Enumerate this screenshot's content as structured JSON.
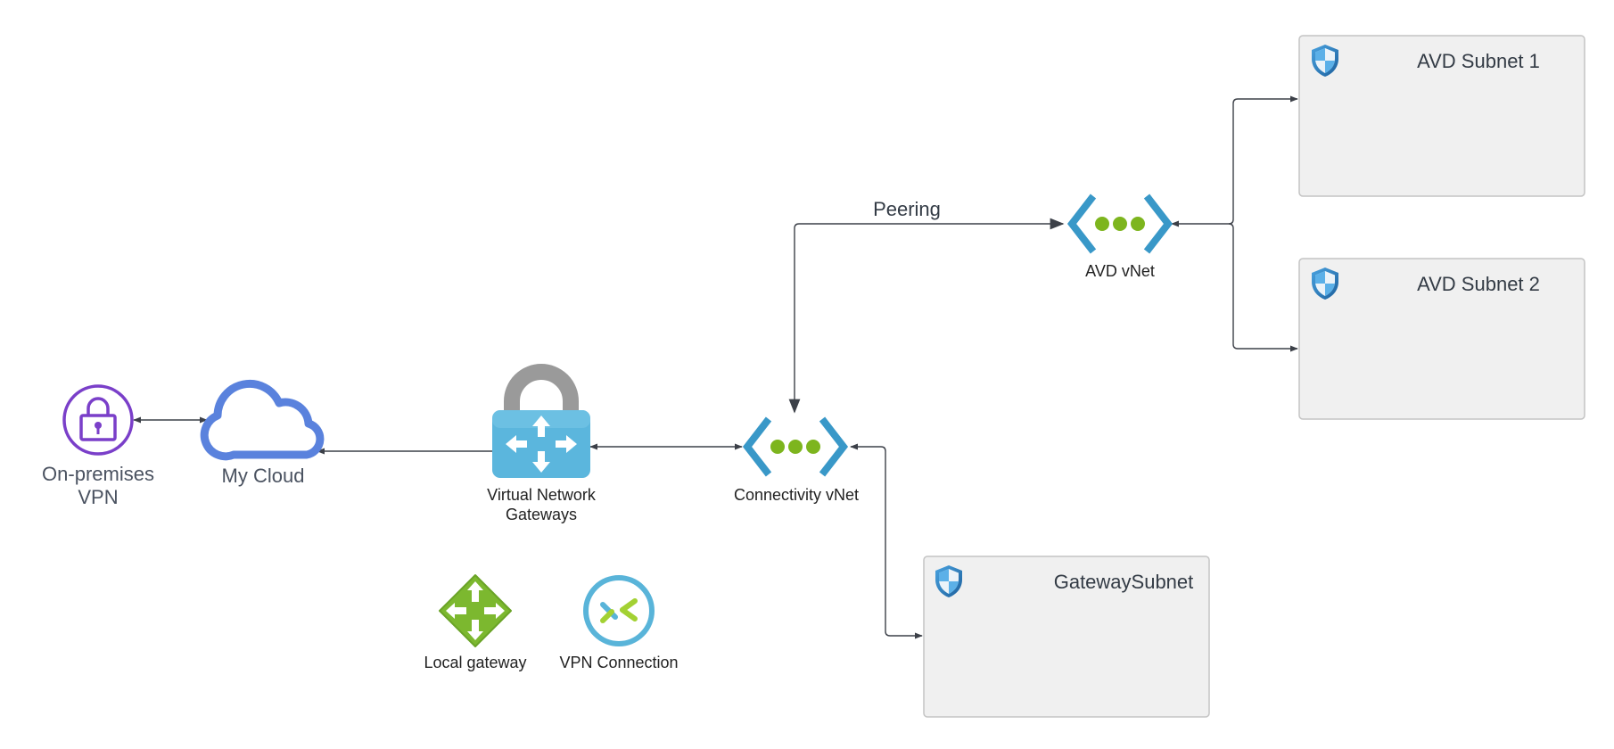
{
  "colors": {
    "subnet_fill": "#f0f0f0",
    "subnet_stroke": "#c4c4c4",
    "connector": "#3c4048",
    "vnet_blue": "#3998c8",
    "vnet_dots": "#7db51e",
    "vpn_purple": "#7a3fc9",
    "cloud_blue": "#5a82dd",
    "gateway_blue": "#5bb6dd",
    "lock_gray": "#9a9a9a",
    "local_gw_green": "#7cb82f",
    "vpn_conn_blue": "#59b4d9",
    "vpn_conn_green": "#a3d133",
    "shield_blue": "#2f7fc2"
  },
  "subnets": {
    "avd_subnet_1": "AVD Subnet 1",
    "avd_subnet_2": "AVD Subnet 2",
    "gateway_subnet": "GatewaySubnet"
  },
  "nodes": {
    "onprem_line1": "On-premises",
    "onprem_line2": "VPN",
    "my_cloud": "My Cloud",
    "vng_line1": "Virtual Network",
    "vng_line2": "Gateways",
    "connectivity_vnet": "Connectivity vNet",
    "avd_vnet": "AVD vNet",
    "local_gateway": "Local gateway",
    "vpn_connection": "VPN Connection"
  },
  "edges": {
    "peering_label": "Peering"
  },
  "icons": {
    "shield": "shield-icon",
    "vnet": "virtual-network-icon",
    "lock": "lock-icon",
    "cloud": "cloud-icon",
    "gateway": "virtual-network-gateway-icon",
    "local_gateway": "local-gateway-icon",
    "vpn_connection": "vpn-connection-icon"
  }
}
